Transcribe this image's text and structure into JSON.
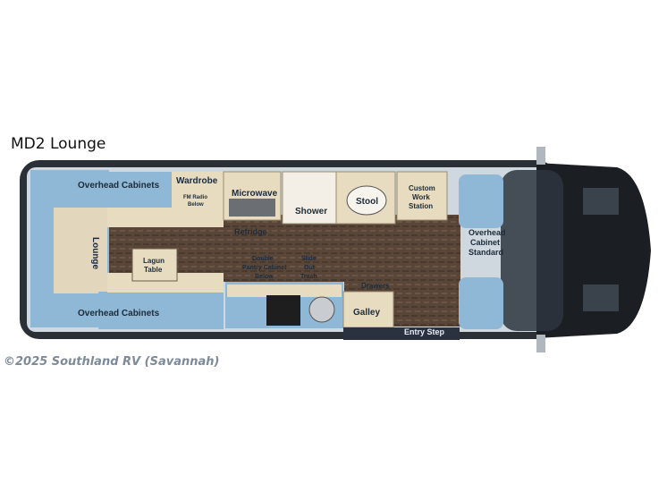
{
  "title": "MD2 Lounge",
  "copyright": "©2025 Southland RV (Savannah)",
  "labels": {
    "overhead_cabinets_top": "Overhead Cabinets",
    "overhead_cabinets_bottom": "Overhead Cabinets",
    "wardrobe": "Wardrobe",
    "fm_radio": [
      "FM Radio",
      "Below"
    ],
    "microwave": "Microwave",
    "shower": "Shower",
    "stool": "Stool",
    "custom_work_station": [
      "Custom",
      "Work",
      "Station"
    ],
    "lounge": "Lounge",
    "refridge": "Refridge",
    "lagun_table": [
      "Lagun",
      "Table"
    ],
    "double_pantry": [
      "Double",
      "Pantry Cabinet",
      "Below"
    ],
    "slide_out_trash": [
      "Slide",
      "Out",
      "Trash"
    ],
    "drawers": "Drawers",
    "galley": "Galley",
    "entry_step": "Entry Step",
    "overhead_cabinet_standard": [
      "Overhead",
      "Cabinet",
      "Standard"
    ]
  },
  "colors": {
    "floor": "#5a4638",
    "cabinet_blue": "#8fb8d6",
    "counter_beige": "#e8dcc0",
    "cab_dark": "#1b1e22",
    "label": "#1c2b3a"
  }
}
